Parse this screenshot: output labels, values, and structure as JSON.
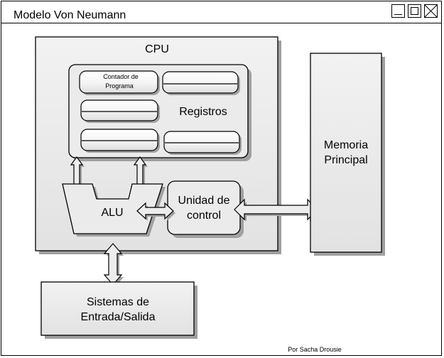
{
  "window": {
    "title": "Modelo Von Neumann",
    "controls": [
      "minimize",
      "maximize",
      "close"
    ]
  },
  "diagram": {
    "cpu_label": "CPU",
    "registers_label": "Registros",
    "program_counter_line1": "Contador de",
    "program_counter_line2": "Programa",
    "alu_label": "ALU",
    "control_unit_line1": "Unidad de",
    "control_unit_line2": "control",
    "memory_line1": "Memoria",
    "memory_line2": "Principal",
    "io_line1": "Sistemas de",
    "io_line2": "Entrada/Salida",
    "author": "Por Sacha Drousie"
  },
  "colors": {
    "box_fill": "#ebebeb",
    "shadow": "#9a9a9a",
    "stroke": "#000000",
    "register_fill_top": "#ffffff",
    "register_fill_bottom": "#e0e0e0"
  }
}
